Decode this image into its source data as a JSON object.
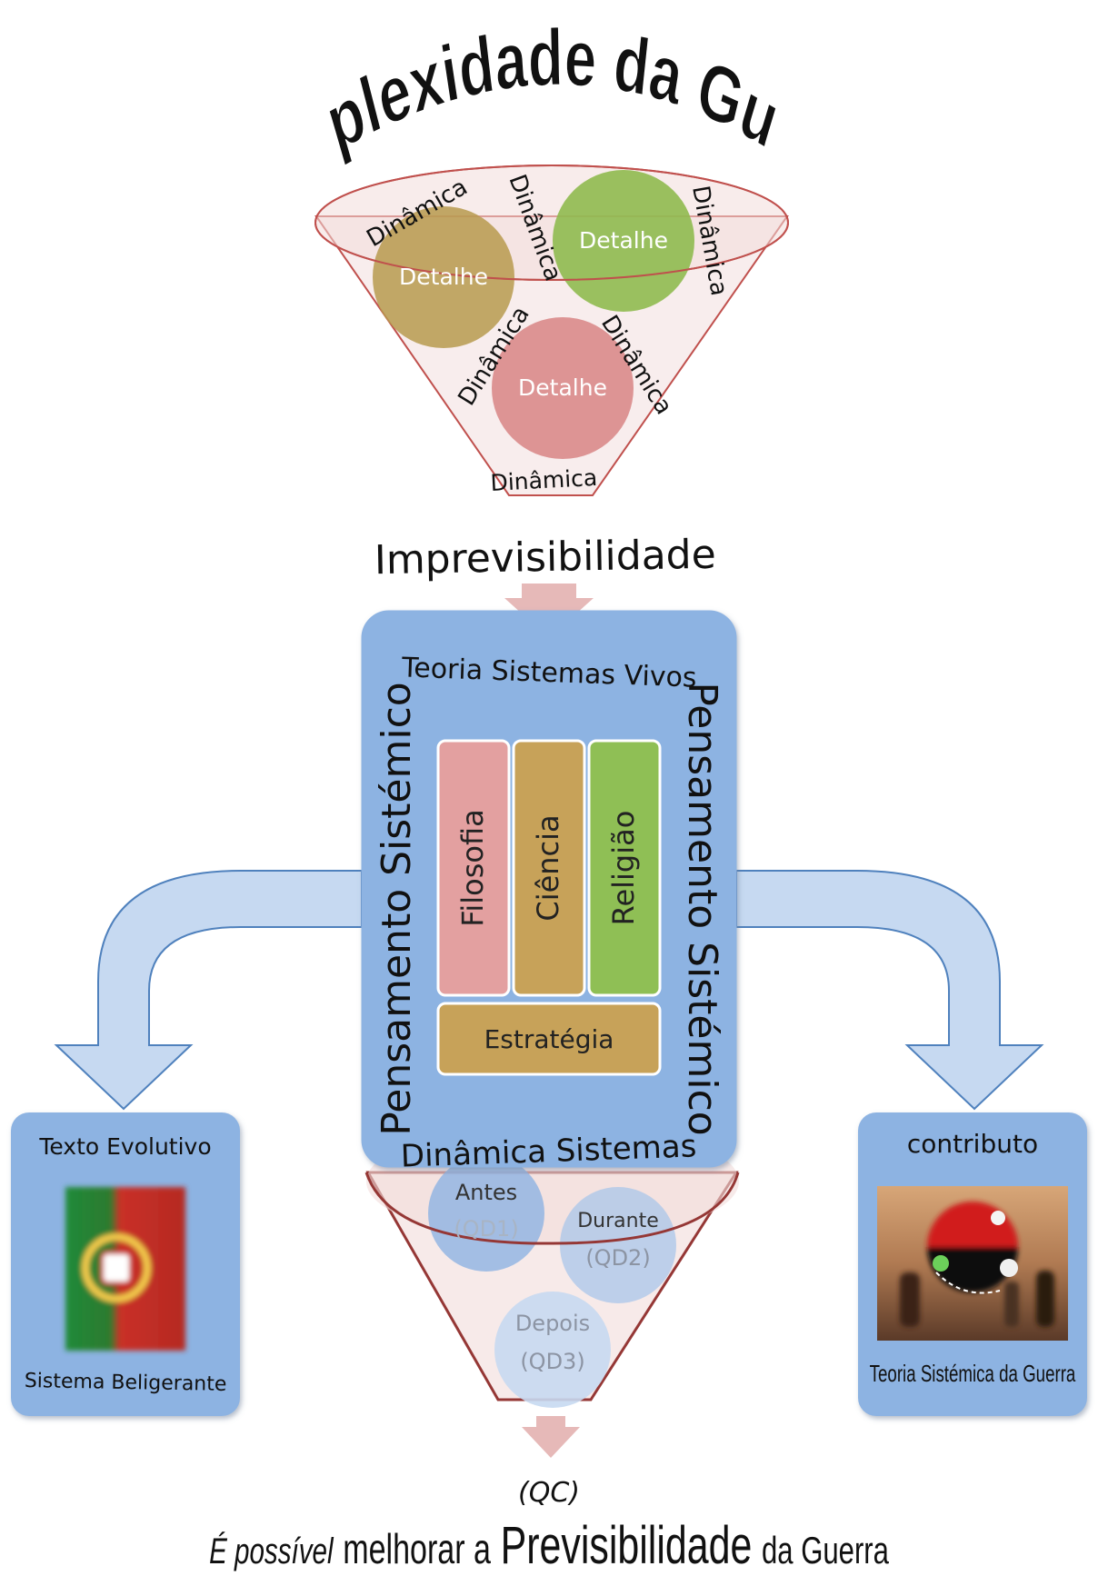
{
  "title": "Complexidade da Guerra",
  "funnel_top": {
    "circles": [
      {
        "label": "Detalhe",
        "color": "#b79a4e"
      },
      {
        "label": "Detalhe",
        "color": "#8fba4f"
      },
      {
        "label": "Detalhe",
        "color": "#d98a8a"
      }
    ],
    "dynamics_label": "Dinâmica"
  },
  "imprevisibilidade": "Imprevisibilidade",
  "central_box": {
    "top": "Teoria Sistemas Vivos",
    "bottom": "Dinâmica Sistemas",
    "left": "Pensamento Sistémico",
    "right": "Pensamento Sistémico",
    "pillars": [
      {
        "label": "Filosofia",
        "color": "#e3a0a0"
      },
      {
        "label": "Ciência",
        "color": "#c7a259"
      },
      {
        "label": "Religião",
        "color": "#8fbf55"
      }
    ],
    "base": {
      "label": "Estratégia",
      "color": "#c7a259"
    }
  },
  "left_box": {
    "title": "Texto Evolutivo",
    "caption": "Sistema Beligerante",
    "image": "portuguese-flag"
  },
  "right_box": {
    "title": "contributo",
    "caption": "Teoria Sistémica da Guerra",
    "image": "chess-players-scene"
  },
  "bottom_funnel": {
    "stages": [
      {
        "line1": "Antes",
        "line2": "(QD1)"
      },
      {
        "line1": "Durante",
        "line2": "(QD2)"
      },
      {
        "line1": "Depois",
        "line2": "(QD3)"
      }
    ]
  },
  "conclusion": {
    "code": "(QC)",
    "prefix": "É possível",
    "middle": "melhorar a",
    "key": "Previsibilidade",
    "suffix": "da Guerra"
  },
  "colors": {
    "box_blue": "#8db3e2",
    "arrow_blue": "#c6d9f1",
    "arrow_outline": "#4f81bd",
    "funnel_outline": "#c0504d",
    "funnel_fill": "#f2dcdb",
    "pink_arrow": "#e6b9b8"
  }
}
